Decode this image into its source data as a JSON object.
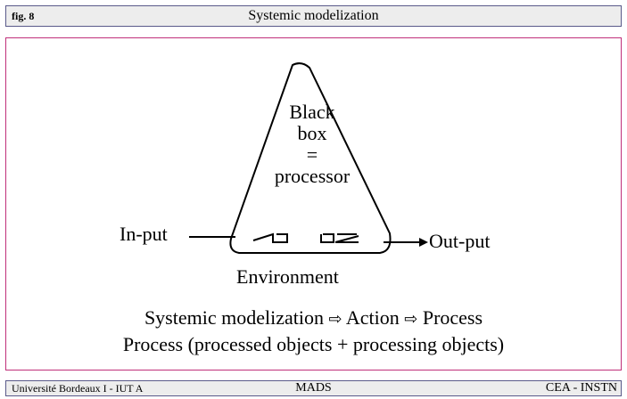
{
  "header": {
    "fig_label": "fig. 8",
    "title": "Systemic modelization"
  },
  "diagram": {
    "box_label_line1": "Black",
    "box_label_line2": "box",
    "box_label_line3": "=",
    "box_label_line4": "processor",
    "input_label": "In-put",
    "output_label": "Out-put",
    "environment_label": "Environment"
  },
  "caption": {
    "line1_part1": "Systemic modelization",
    "line1_arrow": "⇨",
    "line1_part2": "Action",
    "line1_part3": "Process",
    "line2": "Process (processed objects + processing objects)"
  },
  "footer": {
    "left": "Université Bordeaux I - IUT A",
    "center": "MADS",
    "right": "CEA - INSTN"
  }
}
